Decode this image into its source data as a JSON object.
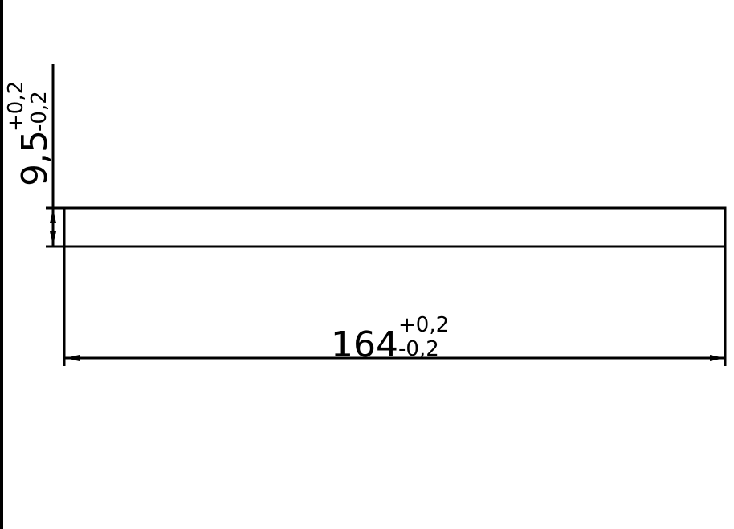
{
  "drawing": {
    "length_dimension": {
      "nominal": "164",
      "upper_tol": "+0,2",
      "lower_tol": "-0,2"
    },
    "height_dimension": {
      "nominal": "9,5",
      "upper_tol": "+0,2",
      "lower_tol": "-0,2"
    },
    "line_color": "#000000"
  }
}
